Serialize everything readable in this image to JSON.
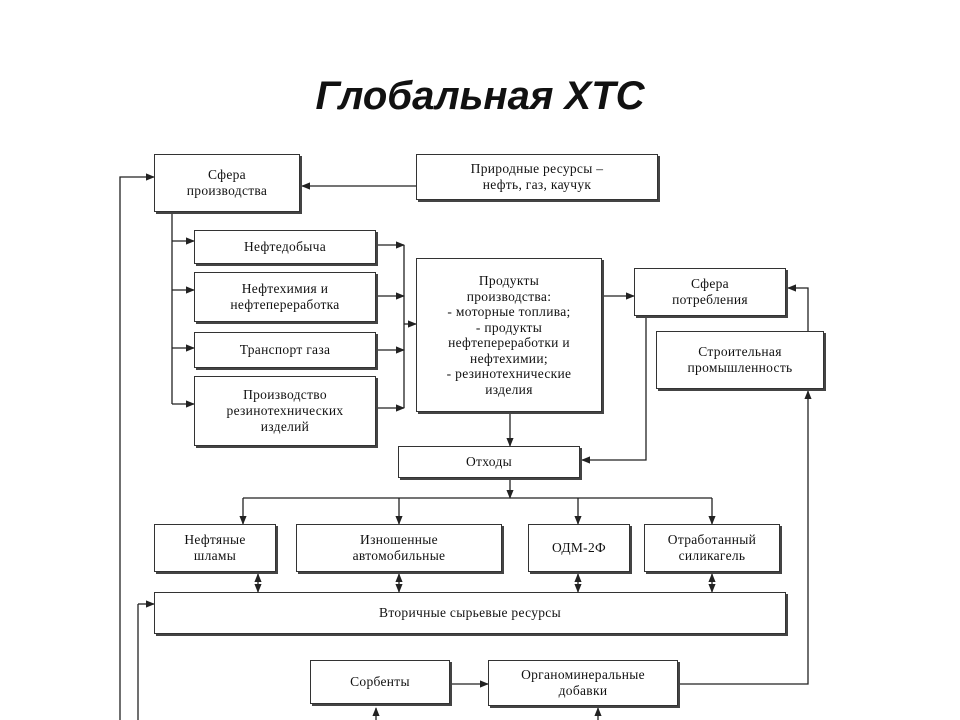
{
  "title": "Глобальная ХТС",
  "boxes": {
    "production_sphere": "Сфера\nпроизводства",
    "natural_resources": "Природные ресурсы –\nнефть, газ, каучук",
    "oil_production": "Нефтедобыча",
    "petrochemistry": "Нефтехимия и\nнефтепереработка",
    "gas_transport": "Транспорт газа",
    "rubber_production": "Производство\nрезинотехнических\nизделий",
    "products": "Продукты\nпроизводства:\n- моторные топлива;\n- продукты\nнефтепереработки и\nнефтехимии;\n- резинотехнические\nизделия",
    "consumption_sphere": "Сфера\nпотребления",
    "construction_industry": "Строительная\nпромышленность",
    "waste": "Отходы",
    "oil_sludge": "Нефтяные\nшламы",
    "worn_tires": "Изношенные\nавтомобильные",
    "odm": "ОДМ-2Ф",
    "spent_silica": "Отработанный\nсиликагель",
    "secondary_resources": "Вторичные сырьевые ресурсы",
    "sorbents": "Сорбенты",
    "organomineral": "Органоминеральные\nдобавки"
  }
}
